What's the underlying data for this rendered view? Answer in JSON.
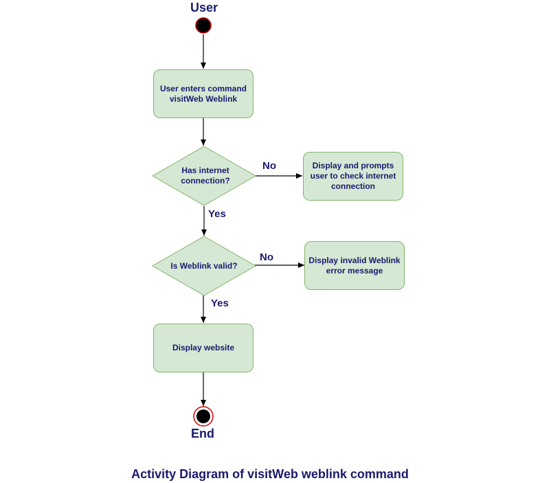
{
  "diagram": {
    "start_label": "User",
    "end_label": "End",
    "actions": {
      "enter_command": "User enters command visitWeb Weblink",
      "check_internet": "Display and prompts user to check internet connection",
      "invalid_link": "Display invalid Weblink error message",
      "display_website": "Display website"
    },
    "decisions": {
      "internet": "Has internet connection?",
      "weblink": "Is Weblink valid?"
    },
    "edge_labels": {
      "internet_no": "No",
      "internet_yes": "Yes",
      "weblink_no": "No",
      "weblink_yes": "Yes"
    },
    "caption": "Activity Diagram of visitWeb weblink command"
  },
  "colors": {
    "node_fill": "#d5e8d4",
    "node_stroke": "#82b366",
    "text": "#1a1a6e",
    "end_ring": "#cc0000",
    "start_dot": "#000000"
  }
}
